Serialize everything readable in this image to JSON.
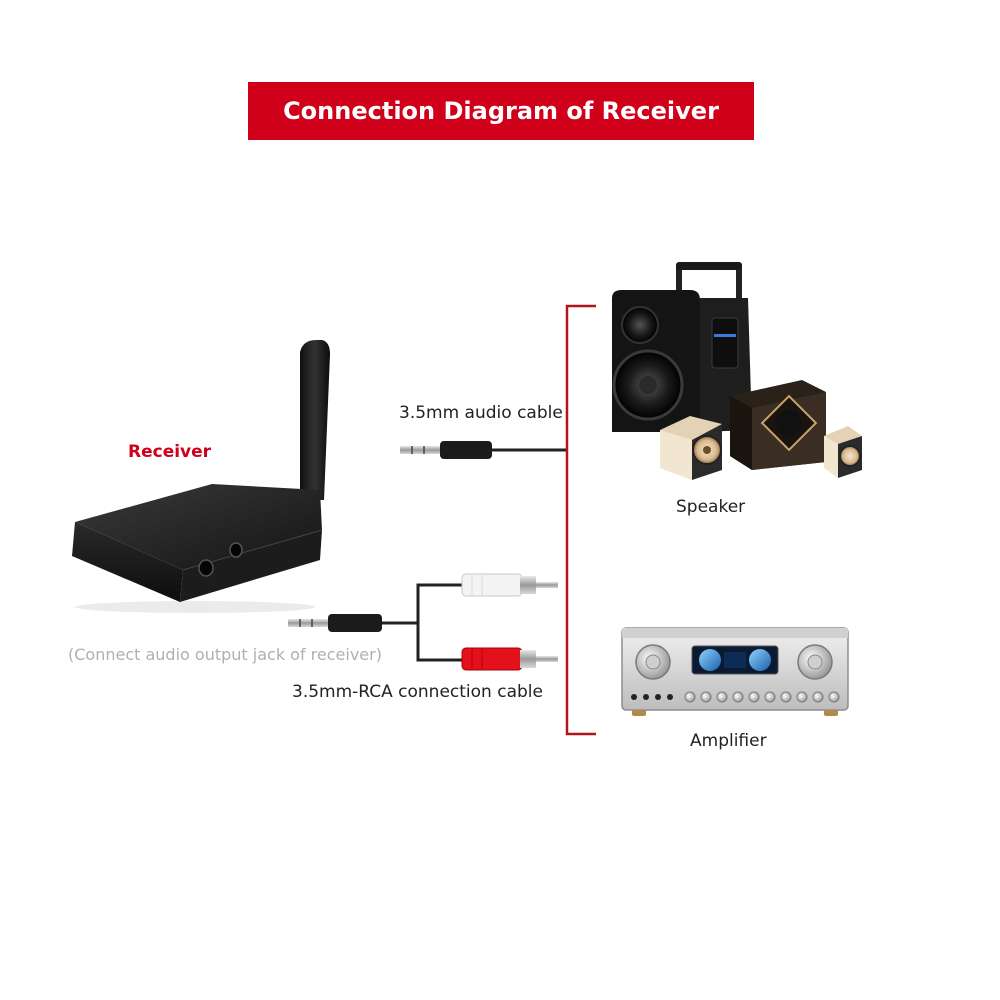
{
  "title": "Connection Diagram of Receiver",
  "labels": {
    "receiver": "Receiver",
    "connect_note": "(Connect audio output jack of receiver)",
    "audio_cable": "3.5mm audio cable",
    "rca_cable": "3.5mm-RCA connection cable",
    "speaker": "Speaker",
    "amplifier": "Amplifier"
  },
  "colors": {
    "accent": "#d0001b",
    "note_gray": "#b0b0b0",
    "bracket": "#b5121b"
  },
  "icons": {
    "receiver": "receiver-device-icon",
    "speaker": "speaker-set-icon",
    "amplifier": "amplifier-icon",
    "audio_plug": "audio-jack-plug-icon",
    "rca_plug_white": "rca-plug-white-icon",
    "rca_plug_red": "rca-plug-red-icon"
  }
}
